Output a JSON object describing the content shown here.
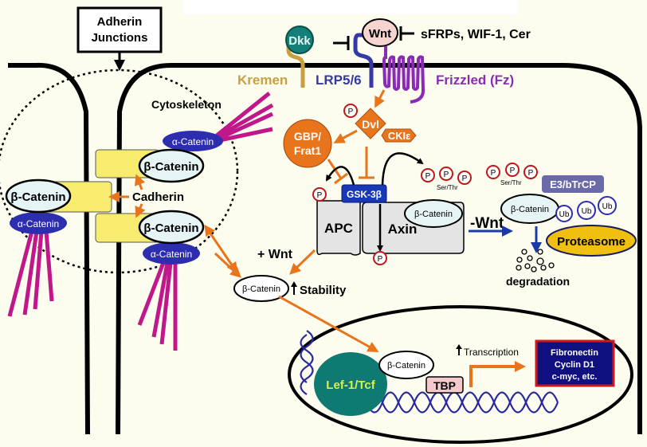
{
  "title": "Wnt / beta-Catenin signaling pathway",
  "colors": {
    "background": "#fdfdef",
    "orange": "#e8741c",
    "purple": "#8a2bb5",
    "blue_lrp": "#3538a8",
    "kremen": "#c8a040",
    "dkk": "#128078",
    "alpha_catenin": "#2d2db0",
    "beta_catenin_fill": "#e6f4f6",
    "cadherin": "#f8ec70",
    "cytoskeleton": "#c0178a",
    "gsk": "#1838b8",
    "proteasome": "#f0c010",
    "e3": "#6a6aa8",
    "lef": "#0e7a72",
    "lef_text": "#d8f050",
    "tbp": "#f4c8cc",
    "target_box": "#101080",
    "target_border": "#d01818",
    "dna": "#2a2aa0",
    "phospho": "#c01818"
  },
  "labels": {
    "adherin_junctions": [
      "Adherin",
      "Junctions"
    ],
    "cytoskeleton": "Cytoskeleton",
    "cadherin": "Cadherin",
    "beta_catenin": "β-Catenin",
    "beta_catenin_italic": "β-Catenin",
    "alpha_catenin": "α-Catenin",
    "dkk": "Dkk",
    "wnt": "Wnt",
    "inhibitors": "sFRPs, WIF-1, Cer",
    "kremen": "Kremen",
    "lrp": "LRP5/6",
    "frizzled": "Frizzled (Fz)",
    "dvl": "Dvl",
    "cki": "CKIε",
    "gbp": [
      "GBP/",
      "Frat1"
    ],
    "gsk": "GSK-3β",
    "apc": "APC",
    "axin": "Axin",
    "p": "P",
    "ser_thr": "Ser/Thr",
    "minus_wnt": "-Wnt",
    "plus_wnt": "+ Wnt",
    "e3": "E3/bTrCP",
    "ub": "Ub",
    "proteasome": "Proteasome",
    "degradation": "degradation",
    "stability": "Stability",
    "lef": "Lef-1/Tcf",
    "tbp": "TBP",
    "transcription": "Transcription",
    "targets": [
      "Fibronectin",
      "Cyclin D1",
      "c-myc, etc."
    ]
  }
}
